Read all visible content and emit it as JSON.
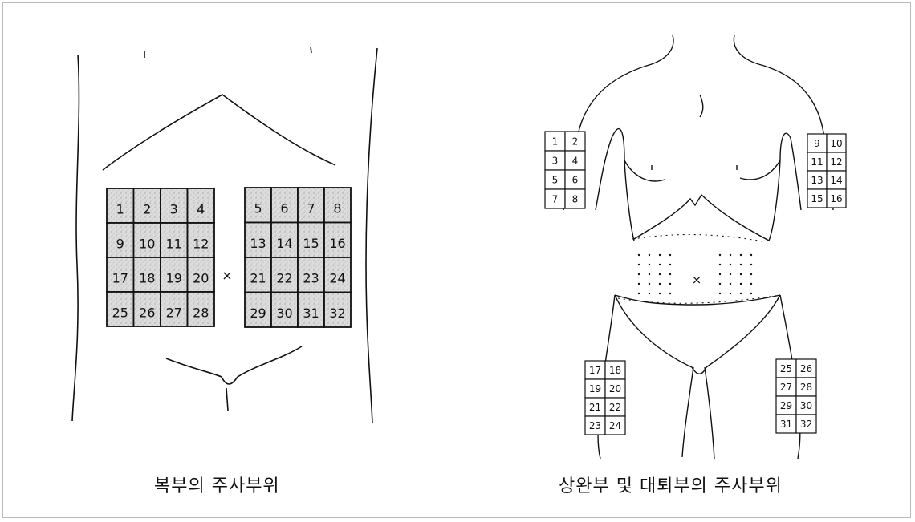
{
  "figure": {
    "abdomen_caption": "복부의 주사부위",
    "body_caption": "상완부 및 대퇴부의 주사부위",
    "center_mark": "×"
  },
  "abdomen_grid": {
    "left_block": [
      [
        "1",
        "2",
        "3",
        "4"
      ],
      [
        "9",
        "10",
        "11",
        "12"
      ],
      [
        "17",
        "18",
        "19",
        "20"
      ],
      [
        "25",
        "26",
        "27",
        "28"
      ]
    ],
    "right_block": [
      [
        "5",
        "6",
        "7",
        "8"
      ],
      [
        "13",
        "14",
        "15",
        "16"
      ],
      [
        "21",
        "22",
        "23",
        "24"
      ],
      [
        "29",
        "30",
        "31",
        "32"
      ]
    ]
  },
  "body_grids": {
    "upper_arm_right_side_of_image_left": [
      [
        "1",
        "2"
      ],
      [
        "3",
        "4"
      ],
      [
        "5",
        "6"
      ],
      [
        "7",
        "8"
      ]
    ],
    "upper_arm_left_side_of_image_right": [
      [
        "9",
        "10"
      ],
      [
        "11",
        "12"
      ],
      [
        "13",
        "14"
      ],
      [
        "15",
        "16"
      ]
    ],
    "thigh_left": [
      [
        "17",
        "18"
      ],
      [
        "19",
        "20"
      ],
      [
        "21",
        "22"
      ],
      [
        "23",
        "24"
      ]
    ],
    "thigh_right": [
      [
        "25",
        "26"
      ],
      [
        "27",
        "28"
      ],
      [
        "29",
        "30"
      ],
      [
        "31",
        "32"
      ]
    ]
  },
  "colors": {
    "line": "#111111",
    "shade": "#d4d4d4",
    "frame": "#b9b9b9"
  }
}
